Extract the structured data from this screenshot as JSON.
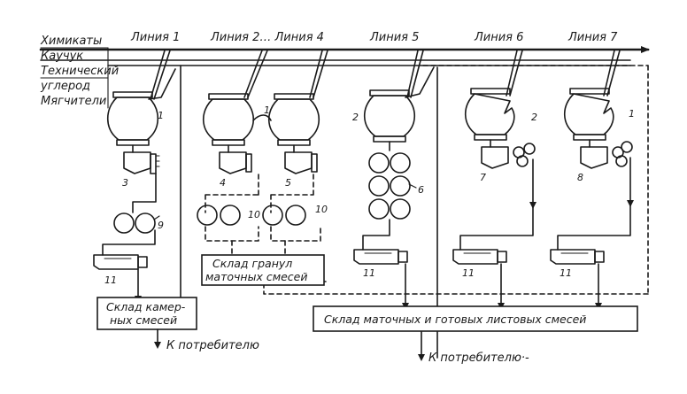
{
  "materials": [
    "Химикаты",
    "Каучук",
    "Технический",
    "углерод",
    "Мягчители"
  ],
  "lines": {
    "line1": "Линия 1",
    "line2_4": "Линия 2… Линия 4",
    "line5": "Линия 5",
    "line6": "Линия 6",
    "line7": "Линия 7"
  },
  "numbers": {
    "n1": "1",
    "n2": "2",
    "n3": "3",
    "n4": "4",
    "n5": "5",
    "n6": "6",
    "n7": "7",
    "n8": "8",
    "n9": "9",
    "n10": "10",
    "n11": "11"
  },
  "storage": {
    "chamber_l1": "Склад камер-",
    "chamber_l2": "ных смесей",
    "granules_l1": "Склад гранул",
    "granules_l2": "маточных смесей",
    "sheets": "Склад маточных и готовых листовых смесей"
  },
  "consumer": "К потребителю",
  "consumer2": "К потребителю·-"
}
